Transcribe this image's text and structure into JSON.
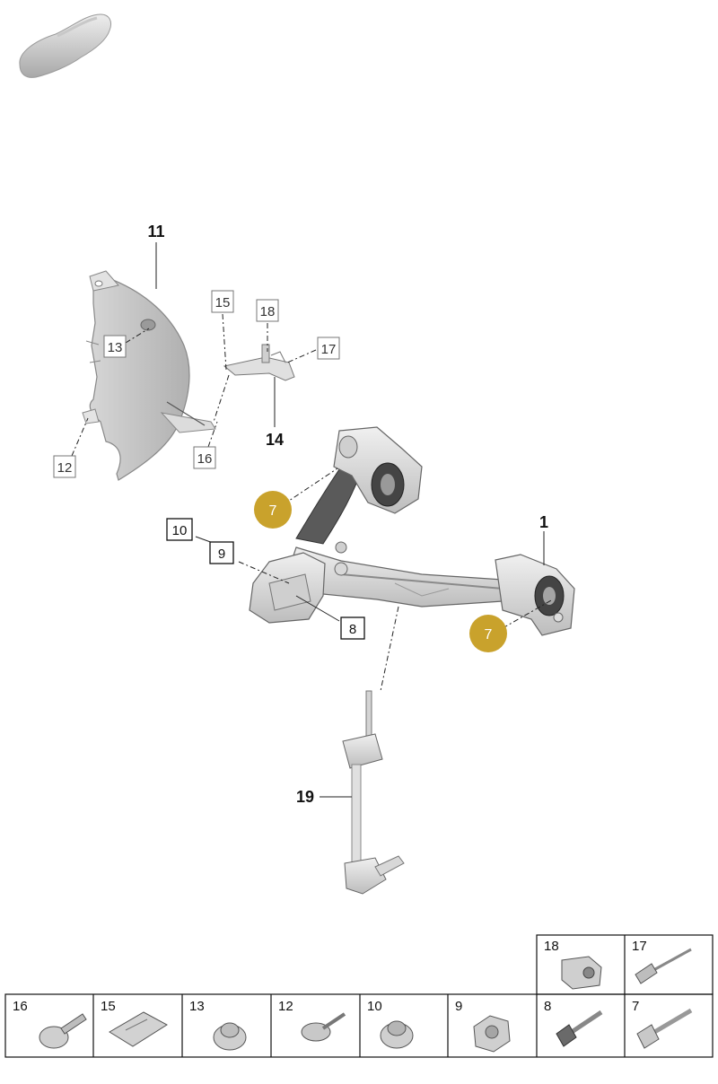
{
  "diagram": {
    "part_labels": {
      "p1": "1",
      "p11": "11",
      "p14": "14",
      "p19": "19"
    },
    "callouts": {
      "c15": "15",
      "c18": "18",
      "c17": "17",
      "c13": "13",
      "c12": "12",
      "c16": "16",
      "c10": "10",
      "c9": "9",
      "c8": "8"
    },
    "badges": {
      "b7a": "7",
      "b7b": "7"
    },
    "colors": {
      "badge_fill": "#c9a22c",
      "line": "#222222",
      "part_fill": "#d9d9d9",
      "part_shade": "#b8b8b8",
      "part_dark": "#3a3a3a"
    }
  },
  "fastener_table": {
    "top_row": [
      {
        "number": "18",
        "icon": "clip-nut-icon"
      },
      {
        "number": "17",
        "icon": "rivet-icon"
      }
    ],
    "bottom_row": [
      {
        "number": "16",
        "icon": "expansion-rivet-icon"
      },
      {
        "number": "15",
        "icon": "spring-clip-icon"
      },
      {
        "number": "13",
        "icon": "flange-nut-icon"
      },
      {
        "number": "12",
        "icon": "screw-icon"
      },
      {
        "number": "10",
        "icon": "flange-nut-icon"
      },
      {
        "number": "9",
        "icon": "hex-nut-icon"
      },
      {
        "number": "8",
        "icon": "bolt-icon"
      },
      {
        "number": "7",
        "icon": "bolt-icon"
      }
    ]
  }
}
